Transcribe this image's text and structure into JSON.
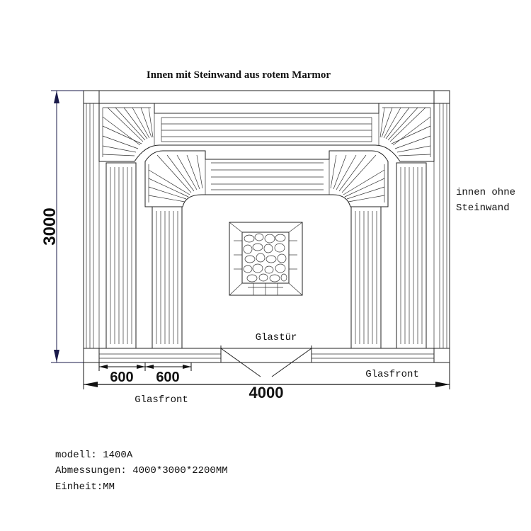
{
  "title": "Innen mit Steinwand aus rotem Marmor",
  "side_note_line1": "innen ohne",
  "side_note_line2": "Steinwand",
  "door_label": "Glastür",
  "front_label_left": "Glasfront",
  "front_label_right": "Glasfront",
  "dim_height": "3000",
  "dim_width": "4000",
  "dim_segment_1": "600",
  "dim_segment_2": "600",
  "spec_model": "modell: 1400A",
  "spec_dimensions": "Abmessungen: 4000*3000*2200MM",
  "spec_unit": "Einheit:MM",
  "colors": {
    "ink": "#222222",
    "dimension_line": "#1a1a4a"
  }
}
